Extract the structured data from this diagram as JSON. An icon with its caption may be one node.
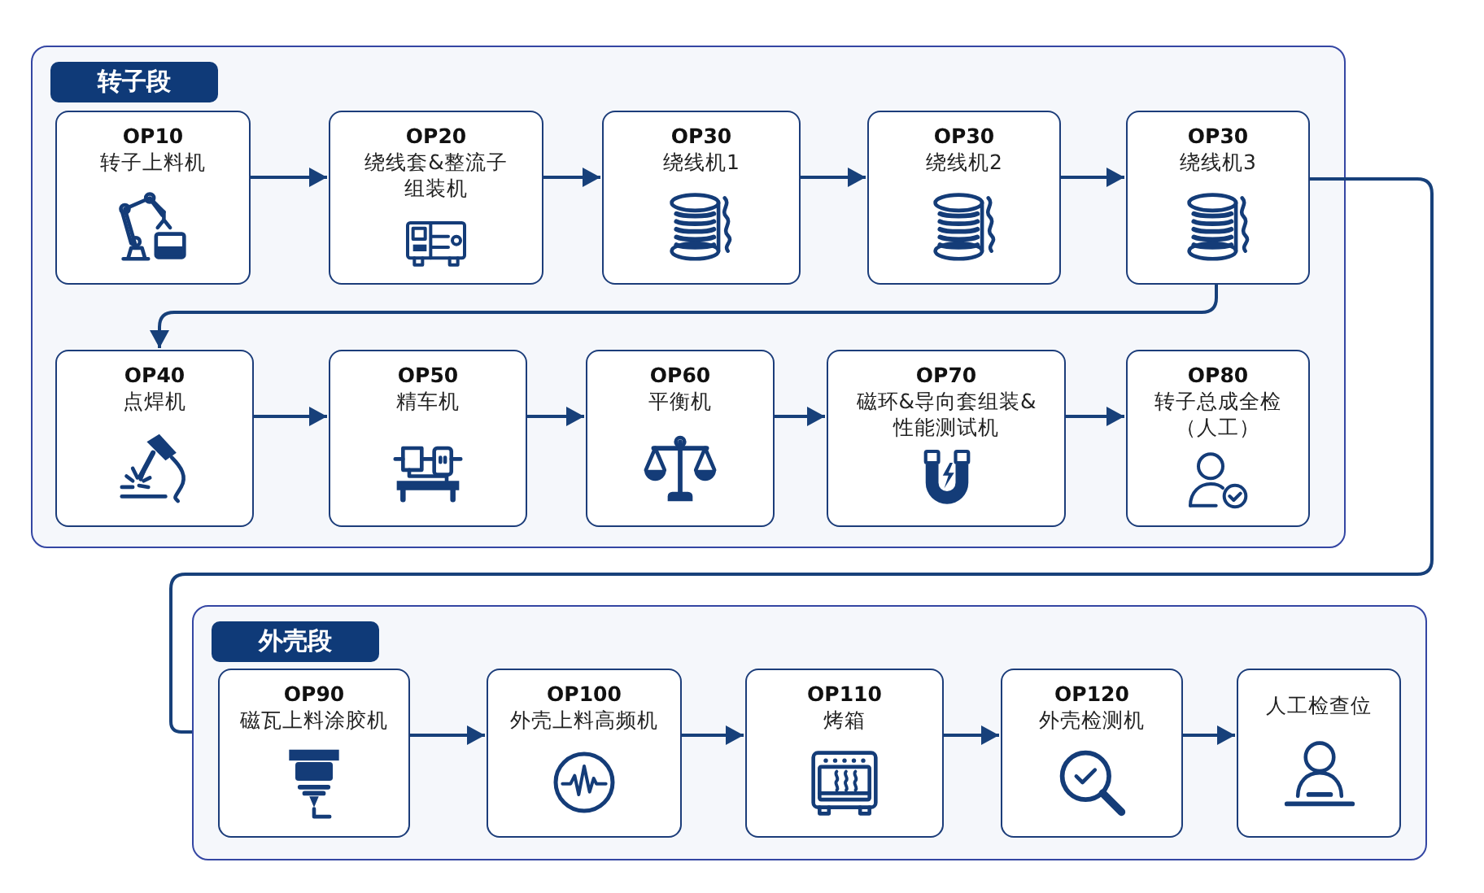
{
  "diagram": {
    "nodes": [
      {
        "text": [
          "转子段"
        ]
      },
      {
        "text": [
          "OP10",
          "转子上料机"
        ],
        "in": 0
      },
      {
        "text": [
          "OP20",
          "绕线套&整流子组装机"
        ],
        "in": 0
      },
      {
        "text": [
          "OP30",
          "绕线机1"
        ],
        "in": 0
      },
      {
        "text": [
          "OP30",
          "绕线机2"
        ],
        "in": 0
      },
      {
        "text": [
          "OP30",
          "绕线机3"
        ],
        "in": 0
      },
      {
        "text": [
          "OP40",
          "点焊机"
        ],
        "in": 0
      },
      {
        "text": [
          "OP50",
          "精车机"
        ],
        "in": 0
      },
      {
        "text": [
          "OP60",
          "平衡机"
        ],
        "in": 0
      },
      {
        "text": [
          "OP70",
          "磁环&导向套组装&性能测试机"
        ],
        "in": 0
      },
      {
        "text": [
          "OP80",
          "转子总成全检（人工）"
        ],
        "in": 0
      },
      {
        "text": [
          "外壳段"
        ]
      },
      {
        "text": [
          "OP90",
          "磁瓦上料涂胶机"
        ],
        "in": 11
      },
      {
        "text": [
          "OP100",
          "外壳上料高频机"
        ],
        "in": 11
      },
      {
        "text": [
          "OP110",
          "烤箱"
        ],
        "in": 11
      },
      {
        "text": [
          "OP120",
          "外壳检测机"
        ],
        "in": 11
      },
      {
        "text": [
          "人工检查位"
        ],
        "in": 11
      }
    ],
    "edges": [
      {
        "from": 1,
        "to": 2,
        "arrow": "to"
      },
      {
        "from": 2,
        "to": 3,
        "arrow": "to"
      },
      {
        "from": 3,
        "to": 4,
        "arrow": "to"
      },
      {
        "from": 4,
        "to": 5,
        "arrow": "to"
      },
      {
        "from": 5,
        "to": 6,
        "arrow": "to"
      },
      {
        "from": 6,
        "to": 7,
        "arrow": "to"
      },
      {
        "from": 7,
        "to": 8,
        "arrow": "to"
      },
      {
        "from": 8,
        "to": 9,
        "arrow": "to"
      },
      {
        "from": 9,
        "to": 10,
        "arrow": "to"
      },
      {
        "from": 5,
        "to": 11,
        "arrow": "none"
      },
      {
        "from": 12,
        "to": 13,
        "arrow": "to"
      },
      {
        "from": 13,
        "to": 14,
        "arrow": "to"
      },
      {
        "from": 14,
        "to": 15,
        "arrow": "to"
      },
      {
        "from": 15,
        "to": 16,
        "arrow": "to"
      }
    ]
  }
}
